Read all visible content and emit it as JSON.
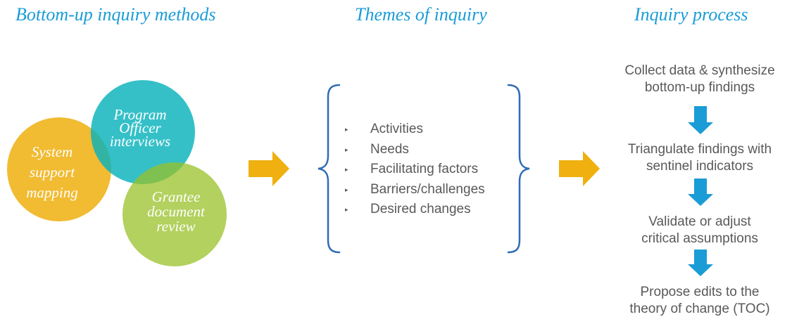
{
  "headings": {
    "methods": "Bottom-up inquiry methods",
    "themes": "Themes of inquiry",
    "process": "Inquiry process"
  },
  "methods": [
    {
      "lines": [
        "System",
        "support",
        "mapping"
      ],
      "color": "#efb010"
    },
    {
      "lines": [
        "Program",
        "Officer",
        "interviews"
      ],
      "color": "#08b2bc"
    },
    {
      "lines": [
        "Grantee",
        "document",
        "review"
      ],
      "color": "#98c228"
    }
  ],
  "themes": {
    "bullet_glyph": "▸",
    "items": [
      "Activities",
      "Needs",
      "Facilitating factors",
      "Barriers/challenges",
      "Desired changes"
    ]
  },
  "process": {
    "steps": [
      {
        "lines": [
          "Collect data & synthesize",
          "bottom-up findings"
        ]
      },
      {
        "lines": [
          "Triangulate findings with",
          "sentinel indicators"
        ]
      },
      {
        "lines": [
          "Validate or adjust",
          "critical assumptions"
        ]
      },
      {
        "lines": [
          "Propose edits to the",
          "theory of change (TOC)"
        ]
      }
    ]
  },
  "colors": {
    "heading": "#1a9cd6",
    "flow_arrow": "#efb010",
    "step_arrow": "#1a9cd6",
    "brace": "#2e6cb5",
    "text": "#595959"
  },
  "icons": {
    "flow_arrow": "arrow-right-icon",
    "step_arrow": "arrow-down-icon",
    "brace": "curly-brace"
  }
}
